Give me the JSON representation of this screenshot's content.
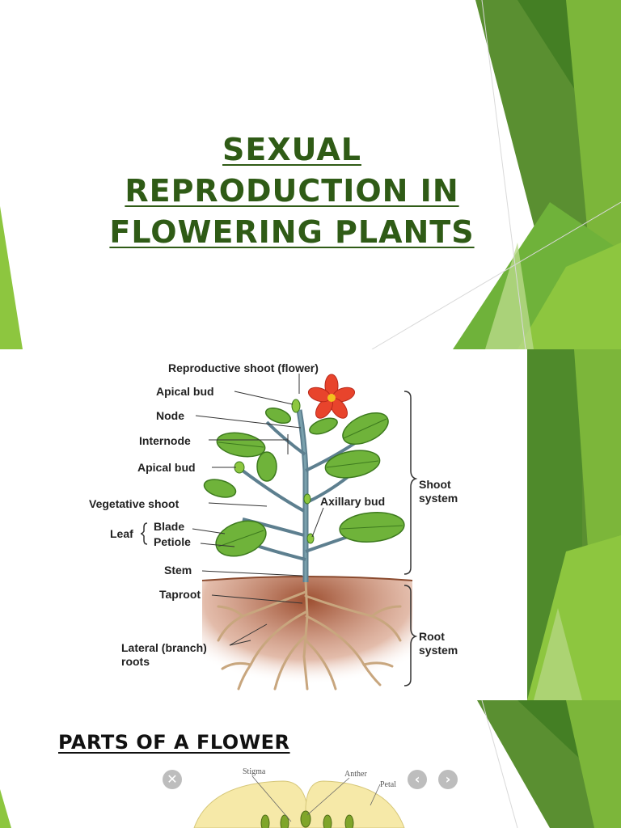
{
  "slides": [
    {
      "title_lines": [
        "SEXUAL",
        "REPRODUCTION IN",
        "FLOWERING PLANTS"
      ]
    },
    {
      "diagram": {
        "labels": {
          "reproductive_shoot": "Reproductive shoot (flower)",
          "apical_bud_top": "Apical bud",
          "node": "Node",
          "internode": "Internode",
          "apical_bud_side": "Apical bud",
          "vegetative_shoot": "Vegetative shoot",
          "leaf": "Leaf",
          "blade": "Blade",
          "petiole": "Petiole",
          "stem": "Stem",
          "taproot": "Taproot",
          "lateral_roots_1": "Lateral (branch)",
          "lateral_roots_2": "roots",
          "axillary_bud": "Axillary bud",
          "shoot_system_1": "Shoot",
          "shoot_system_2": "system",
          "root_system_1": "Root",
          "root_system_2": "system"
        }
      }
    },
    {
      "heading": "PARTS OF A FLOWER",
      "flower_labels": {
        "stigma": "Stigma",
        "anther": "Anther",
        "petal": "Petal"
      },
      "controls": {
        "close": "✕",
        "prev": "‹",
        "next": "›"
      }
    }
  ],
  "colors": {
    "title": "#2f5b16",
    "green_dark": "#4f8a2b",
    "green_mid": "#6fa23a",
    "green_light": "#8dc63f",
    "green_pale": "#b9d98a"
  }
}
